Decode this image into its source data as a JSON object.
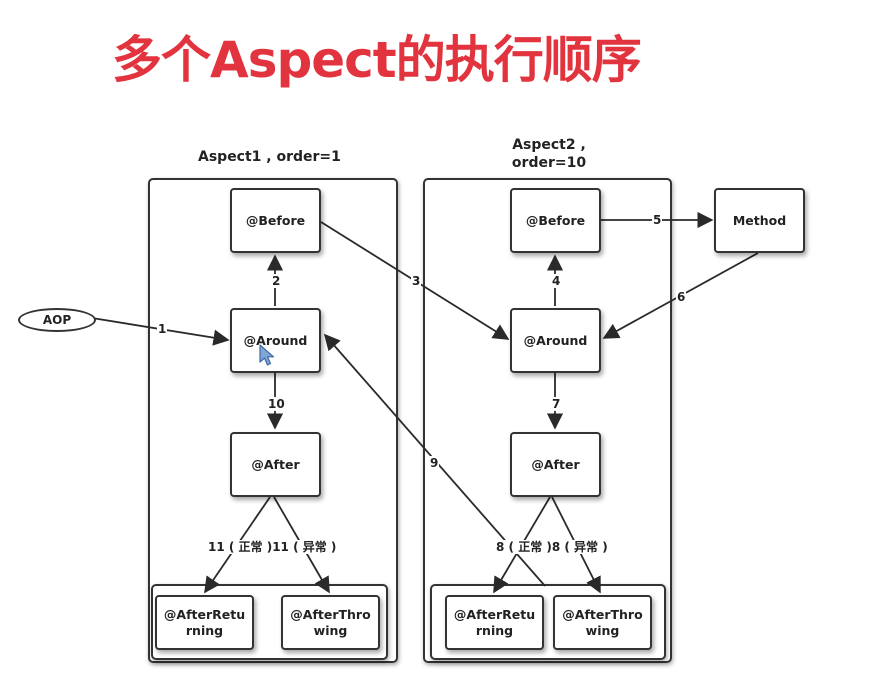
{
  "title": "多个Aspect的执行顺序",
  "aspect1": {
    "label": "Aspect1 , order=1",
    "before": "@Before",
    "around": "@Around",
    "after": "@After",
    "after_returning": "@AfterReturning",
    "after_throwing": "@AfterThrowing"
  },
  "aspect2": {
    "label_line1": "Aspect2 ,",
    "label_line2": "order=10",
    "before": "@Before",
    "around": "@Around",
    "after": "@After",
    "after_returning": "@AfterReturning",
    "after_throwing": "@AfterThrowing"
  },
  "method": "Method",
  "aop": "AOP",
  "edges": {
    "e1": "1",
    "e2": "2",
    "e3": "3",
    "e4": "4",
    "e5": "5",
    "e6": "6",
    "e7": "7",
    "e8": "8 ( 正常 )8 ( 异常 )",
    "e9": "9",
    "e10": "10",
    "e11": "11 ( 正常 )11 ( 异常 )"
  }
}
